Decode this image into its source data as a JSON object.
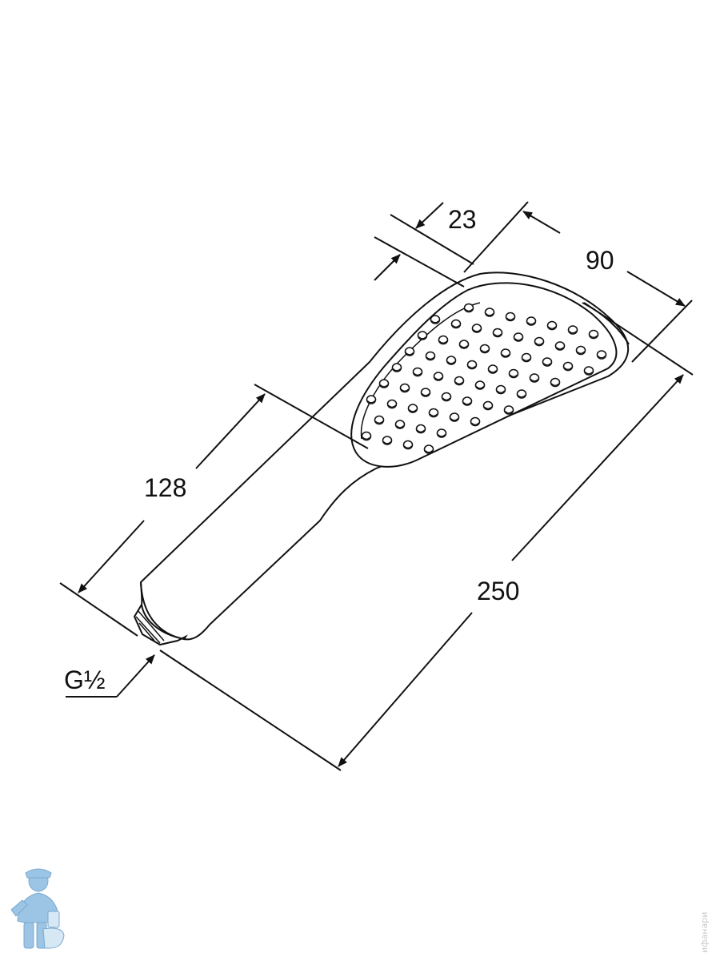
{
  "dimensions": {
    "depth": "23",
    "width": "90",
    "handle_length": "128",
    "total_length": "250",
    "thread": "G½"
  },
  "watermark": {
    "text": "ифанари"
  },
  "colors": {
    "stroke": "#111111",
    "mascot": "#9cc4e4"
  },
  "icons": {
    "mascot": "plumber-mascot-icon"
  }
}
